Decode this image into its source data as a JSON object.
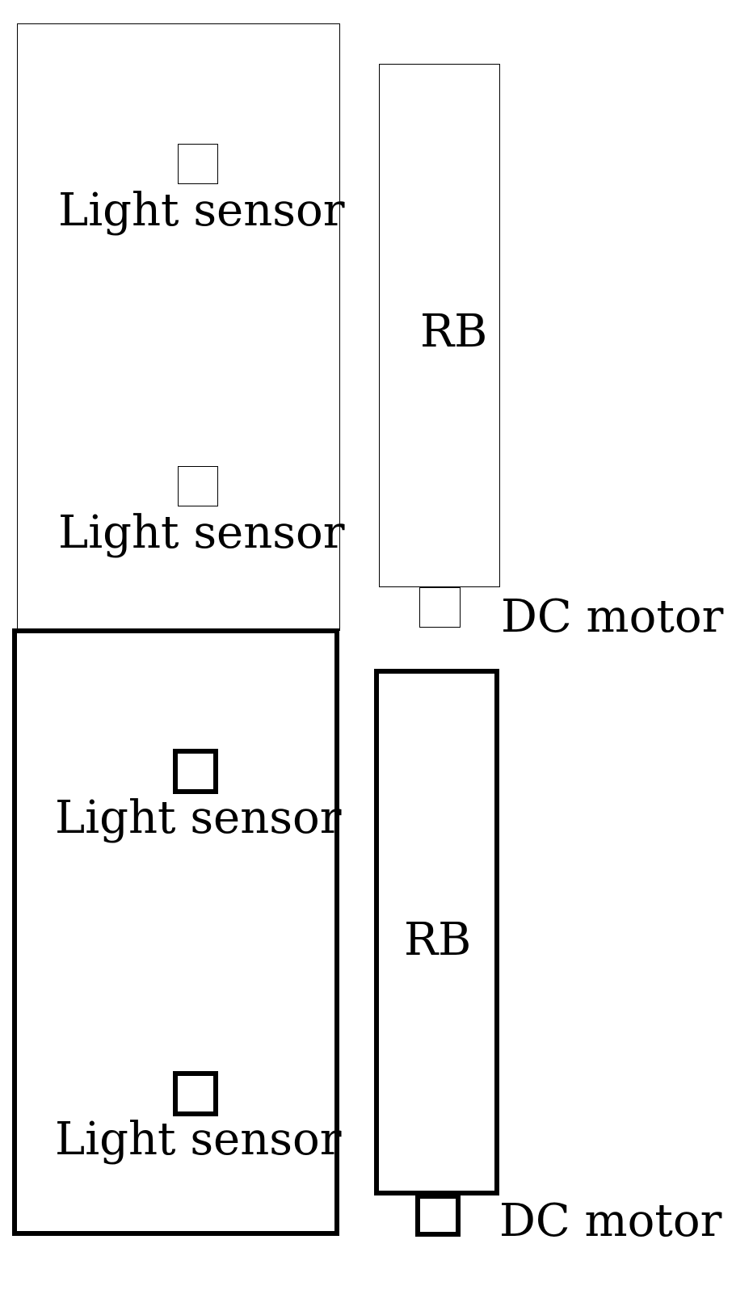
{
  "diagram": {
    "top": {
      "sensor_1_label": "Light sensor",
      "sensor_2_label": "Light sensor",
      "rb_label": "RB",
      "motor_label": "DC motor"
    },
    "bottom": {
      "sensor_1_label": "Light sensor",
      "sensor_2_label": "Light sensor",
      "rb_label": "RB",
      "motor_label": "DC motor"
    }
  }
}
